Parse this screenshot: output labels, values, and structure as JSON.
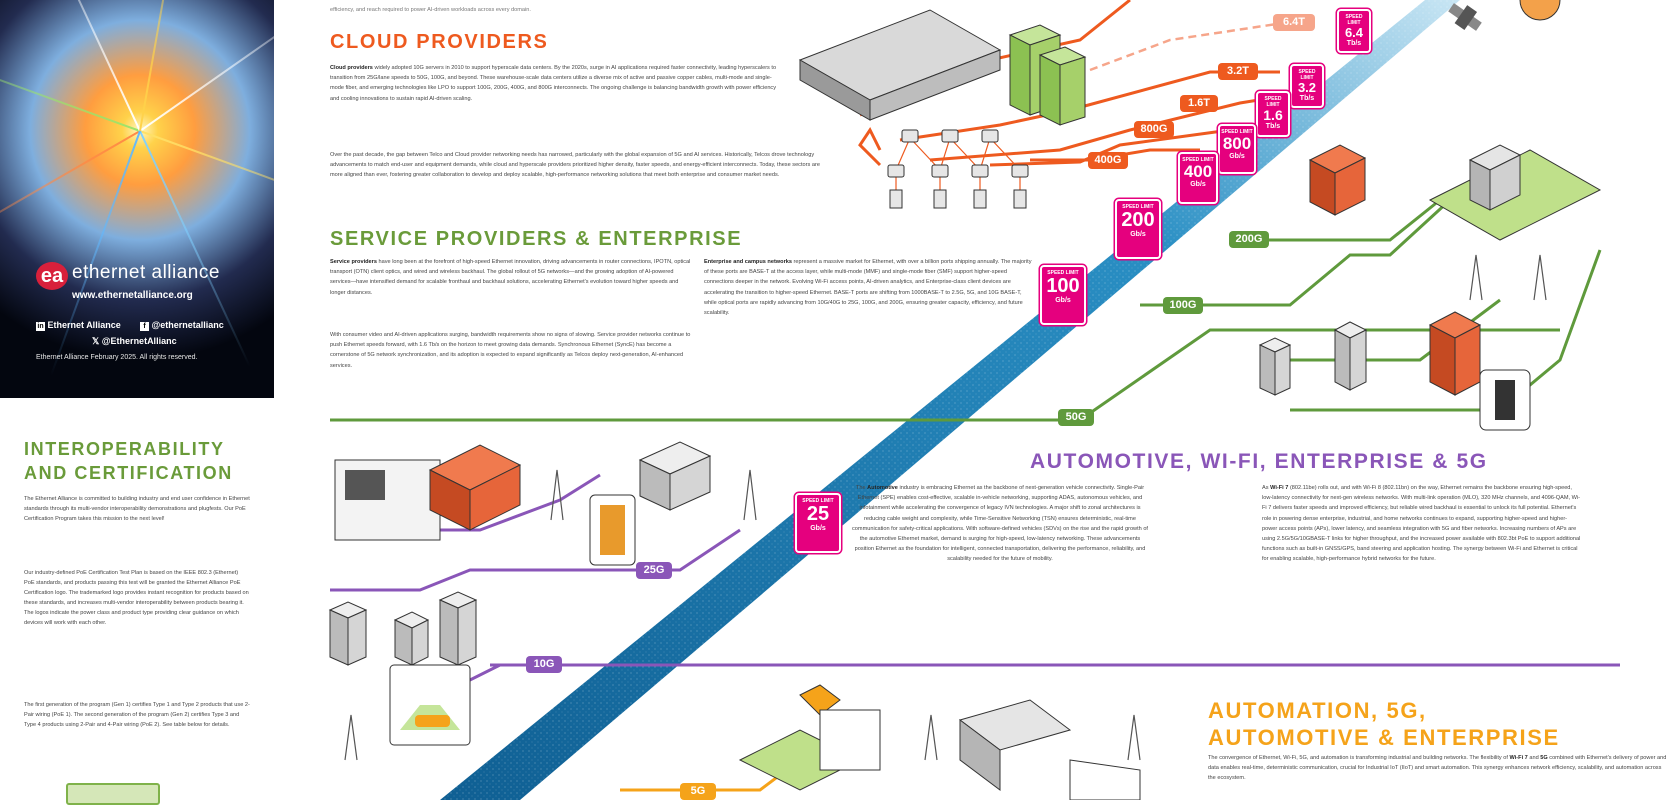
{
  "brand": {
    "logo_mark": "ea",
    "name": "ethernet alliance",
    "url": "www.ethernetalliance.org",
    "social": [
      {
        "icon": "linkedin-icon",
        "label": "Ethernet Alliance"
      },
      {
        "icon": "facebook-icon",
        "label": "@ethernetallianc"
      },
      {
        "icon": "x-icon",
        "label": "@EthernetAllianc"
      }
    ],
    "copyright": "Ethernet Alliance February 2025. All rights reserved."
  },
  "intro_fragment": "efficiency, and reach required to power AI-driven workloads across every domain.",
  "sections": {
    "cloud": {
      "title": "CLOUD PROVIDERS",
      "lead": "Cloud providers",
      "p1": " widely adopted 10G servers in 2010 to support hyperscale data centers. By the 2020s, surge in AI applications required faster connectivity, leading hyperscalers to transition from 25G/lane speeds to 50G, 100G, and beyond. These warehouse-scale data centers utilize a diverse mix of active and passive copper cables, multi-mode and single-mode fiber, and emerging technologies like LPO to support 100G, 200G, 400G, and 800G interconnects. The ongoing challenge is balancing bandwidth growth with power efficiency and cooling innovations to sustain rapid AI-driven scaling.",
      "p2": "Over the past decade, the gap between Telco and Cloud provider networking needs has narrowed, particularly with the global expansion of 5G and AI services. Historically, Telcos drove technology advancements to match end-user and equipment demands, while cloud and hyperscale providers prioritized higher density, faster speeds, and energy-efficient interconnects. Today, these sectors are more aligned than ever, fostering greater collaboration to develop and deploy scalable, high-performance networking solutions that meet both enterprise and consumer market needs."
    },
    "service": {
      "title": "SERVICE PROVIDERS & ENTERPRISE",
      "lead_a": "Service providers",
      "col_a_p1": " have long been at the forefront of high-speed Ethernet innovation, driving advancements in router connections, IPOTN, optical transport (OTN) client optics, and wired and wireless backhaul. The global rollout of 5G networks—and the growing adoption of AI-powered services—have intensified demand for scalable fronthaul and backhaul solutions, accelerating Ethernet's evolution toward higher speeds and longer distances.",
      "col_a_p2": "With consumer video and AI-driven applications surging, bandwidth requirements show no signs of slowing. Service provider networks continue to push Ethernet speeds forward, with 1.6 Tb/s on the horizon to meet growing data demands. Synchronous Ethernet (SyncE) has become a cornerstone of 5G network synchronization, and its adoption is expected to expand significantly as Telcos deploy next-generation, AI-enhanced services.",
      "lead_b": "Enterprise and campus networks",
      "col_b": " represent a massive market for Ethernet, with over a billion ports shipping annually. The majority of these ports are BASE-T at the access layer, while multi-mode (MMF) and single-mode fiber (SMF) support higher-speed connections deeper in the network. Evolving Wi-Fi access points, AI-driven analytics, and Enterprise-class client devices are accelerating the transition to higher-speed Ethernet. BASE-T ports are shifting from 1000BASE-T to 2.5G, 5G, and 10G BASE-T, while optical ports are rapidly advancing from 10G/40G to 25G, 100G, and 200G, ensuring greater capacity, efficiency, and future scalability."
    },
    "interop": {
      "title_1": "INTEROPERABILITY",
      "title_2": "AND CERTIFICATION",
      "p1": "The Ethernet Alliance is committed to building industry and end user confidence in Ethernet standards through its multi-vendor interoperability demonstrations and plugfests. Our PoE Certification Program takes this mission to the next level!",
      "p2": "Our industry-defined PoE Certification Test Plan is based on the IEEE 802.3 (Ethernet) PoE standards, and products passing this test will be granted the Ethernet Alliance PoE Certification logo. The trademarked logo provides instant recognition for products based on these standards, and increases multi-vendor interoperability between products bearing it. The logos indicate the power class and product type providing clear guidance on which devices will work with each other.",
      "p3": "The first generation of the program (Gen 1) certifies Type 1 and Type 2 products that use 2-Pair wiring (PoE 1). The second generation of the program (Gen 2) certifies Type 3 and Type 4 products using 2-Pair and 4-Pair wiring (PoE 2). See table below for details."
    },
    "auto": {
      "title": "AUTOMOTIVE, WI-FI, ENTERPRISE & 5G",
      "lead_a": "Automotive",
      "col_a_pre": "The ",
      "col_a": " industry is embracing Ethernet as the backbone of next-generation vehicle connectivity. Single-Pair Ethernet (SPE) enables cost-effective, scalable in-vehicle networking, supporting ADAS, autonomous vehicles, and infotainment while accelerating the convergence of legacy IVN technologies. A major shift to zonal architectures is reducing cable weight and complexity, while Time-Sensitive Networking (TSN) ensures deterministic, real-time communication for safety-critical applications. With software-defined vehicles (SDVs) on the rise and the rapid growth of the automotive Ethernet market, demand is surging for high-speed, low-latency networking. These advancements position Ethernet as the foundation for intelligent, connected transportation, delivering the performance, reliability, and scalability needed for the future of mobility.",
      "lead_b": "Wi-Fi 7",
      "col_b_pre": "As ",
      "col_b": " (802.11be) rolls out, and with Wi-Fi 8 (802.11bn) on the way, Ethernet remains the backbone ensuring high-speed, low-latency connectivity for next-gen wireless networks. With multi-link operation (MLO), 320 MHz channels, and 4096-QAM, Wi-Fi 7 delivers faster speeds and improved efficiency, but reliable wired backhaul is essential to unlock its full potential. Ethernet's role in powering dense enterprise, industrial, and home networks continues to expand, supporting higher-speed and higher-power access points (APs), lower latency, and seamless integration with 5G and fiber networks. Increasing numbers of APs are using 2.5G/5G/10GBASE-T links for higher throughput, and the increased power available with 802.3bt PoE to support additional functions such as built-in GNSS/GPS, band steering and application hosting. The synergy between Wi-Fi and Ethernet is critical for enabling scalable, high-performance hybrid networks for the future."
    },
    "automation": {
      "title_1": "AUTOMATION, 5G,",
      "title_2": "AUTOMOTIVE & ENTERPRISE",
      "pre": "The convergence of Ethernet, Wi-Fi, 5G, and automation is transforming industrial and building networks. The flexibility of ",
      "b1": "Wi-Fi 7",
      "mid": " and ",
      "b2": "5G",
      "post": " combined with Ethernet's delivery of power and data enables real-time, deterministic communication, crucial for Industrial IoT (IIoT) and smart automation. This synergy enhances network efficiency, scalability, and automation across the ecosystem."
    }
  },
  "speed_pills": {
    "orange": [
      "400G",
      "800G",
      "1.6T",
      "3.2T"
    ],
    "orange_future": "6.4T",
    "green": [
      "200G",
      "100G",
      "50G"
    ],
    "purple": [
      "25G",
      "10G"
    ],
    "amber": [
      "5G"
    ]
  },
  "speed_signs": [
    {
      "top": "SPEED LIMIT",
      "value": "6.4",
      "unit": "Tb/s"
    },
    {
      "top": "SPEED LIMIT",
      "value": "3.2",
      "unit": "Tb/s"
    },
    {
      "top": "SPEED LIMIT",
      "value": "1.6",
      "unit": "Tb/s"
    },
    {
      "top": "SPEED LIMIT",
      "value": "800",
      "unit": "Gb/s"
    },
    {
      "top": "SPEED LIMIT",
      "value": "400",
      "unit": "Gb/s"
    },
    {
      "top": "SPEED LIMIT",
      "value": "200",
      "unit": "Gb/s"
    },
    {
      "top": "SPEED LIMIT",
      "value": "100",
      "unit": "Gb/s"
    },
    {
      "top": "SPEED LIMIT",
      "value": "25",
      "unit": "Gb/s"
    }
  ],
  "colors": {
    "orange": "#ee5a1f",
    "green": "#5f9a3c",
    "purple": "#8a56b8",
    "amber": "#f5a31a",
    "magenta": "#e5007e",
    "blue_road": "#1f7fb4"
  }
}
